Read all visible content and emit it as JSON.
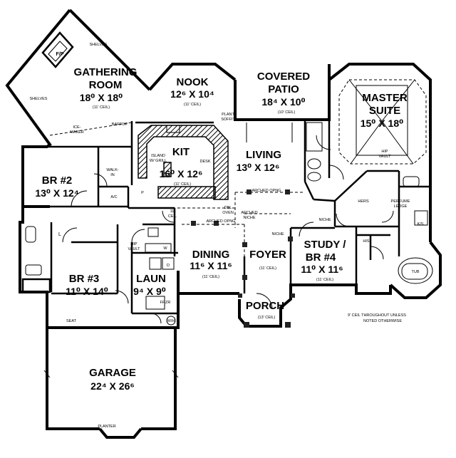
{
  "rooms": {
    "gathering": {
      "name1": "GATHERING",
      "name2": "ROOM",
      "dim": "18⁰ X 18⁰",
      "ceil": "(11' CEIL)"
    },
    "nook": {
      "name": "NOOK",
      "dim": "12⁶ X 10⁴",
      "ceil": "(11' CEIL)"
    },
    "patio": {
      "name1": "COVERED",
      "name2": "PATIO",
      "dim": "18⁴ X 10⁰",
      "ceil": "(10' CEIL)"
    },
    "master": {
      "name1": "MASTER",
      "name2": "SUITE",
      "dim": "15⁰ X 18⁰"
    },
    "kit": {
      "name": "KIT",
      "dim": "16⁰ X 12⁶",
      "ceil": "(11' CEIL)"
    },
    "living": {
      "name": "LIVING",
      "dim": "13⁰ X 12⁶"
    },
    "br2": {
      "name": "BR #2",
      "dim": "13⁰ X 12⁴"
    },
    "br3": {
      "name": "BR #3",
      "dim": "11⁰ X 14⁰"
    },
    "laun": {
      "name": "LAUN",
      "dim": "9⁴ X 9⁰"
    },
    "dining": {
      "name": "DINING",
      "dim": "11⁶ X 11⁶",
      "ceil": "(11' CEIL)"
    },
    "foyer": {
      "name": "FOYER",
      "ceil": "(11' CEIL)"
    },
    "study": {
      "name1": "STUDY /",
      "name2": "BR #4",
      "dim": "11⁰ X 11⁶",
      "ceil": "(11' CEIL)"
    },
    "porch": {
      "name": "PORCH",
      "ceil": "(13' CEIL)"
    },
    "garage": {
      "name": "GARAGE",
      "dim": "22⁴ X 26⁶"
    }
  },
  "labels": {
    "shelves_top": "SHELVES",
    "shelves_left": "SHELVES",
    "fp": "F/P",
    "icemaker1": "ICE-",
    "icemaker2": "MAKER",
    "bartop": "BARTOP",
    "plant_soffit1": "PLANT",
    "plant_soffit2": "SOFFIT",
    "island1": "ISLAND",
    "island2": "W/ GRILL",
    "desk": "DESK",
    "walkin1": "WALK-",
    "walkin2": "IN",
    "ac": "A/C",
    "p": "P",
    "ceil11": "11'",
    "ceil11b": "CEIL",
    "dbl_oven1": "DBL",
    "dbl_oven2": "OVEN",
    "arched_niche1": "ARCHED",
    "arched_niche2": "NICHE",
    "arched_opng_top": "ARCHED OPNG",
    "arched_opng_mid": "ARCHED OPNG",
    "niche": "NICHE",
    "niche2": "NICHE",
    "hip_vault1": "HIP",
    "hip_vault2": "VAULT",
    "hip_vault_m1": "HIP",
    "hip_vault_m2": "VAULT",
    "hers": "HERS",
    "his": "HIS",
    "perfume1": "PERFUME",
    "perfume2": "LEDGE",
    "ks": "K/S",
    "tub": "TUB",
    "l": "L",
    "w": "W",
    "d": "D",
    "frzr": "FRZR",
    "wh": "W/H",
    "seat": "SEAT",
    "planter": "PLANTER",
    "note1": "9' CEIL THROUGHOUT UNLESS",
    "note2": "NOTED OTHERWISE"
  }
}
